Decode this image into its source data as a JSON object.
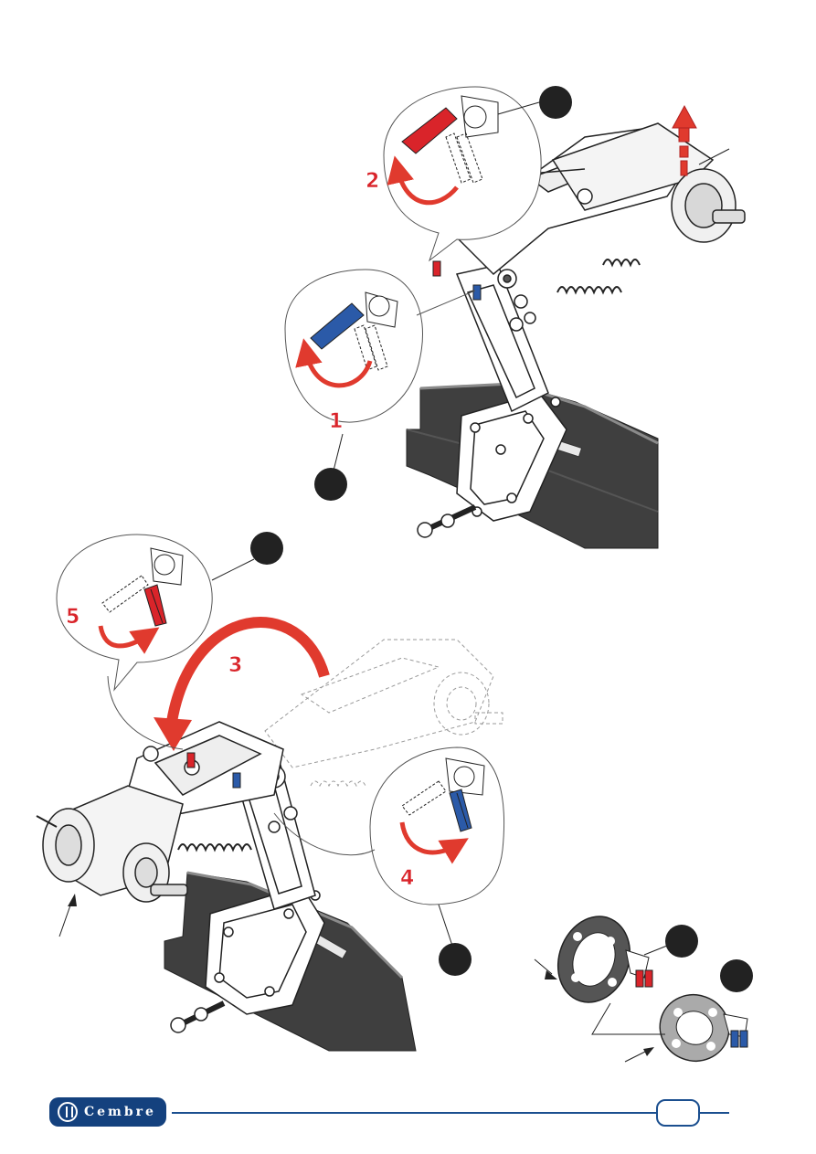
{
  "steps": {
    "step1": "1",
    "step2": "2",
    "step3": "3",
    "step4": "4",
    "step5": "5"
  },
  "footer": {
    "brand": "Cembre",
    "page_number": ""
  },
  "colors": {
    "red_lever": "#d9242a",
    "blue_lever": "#2b5aa8",
    "arrow": "#e03a2e",
    "brand": "#14417e",
    "callout_dot": "#222222"
  }
}
